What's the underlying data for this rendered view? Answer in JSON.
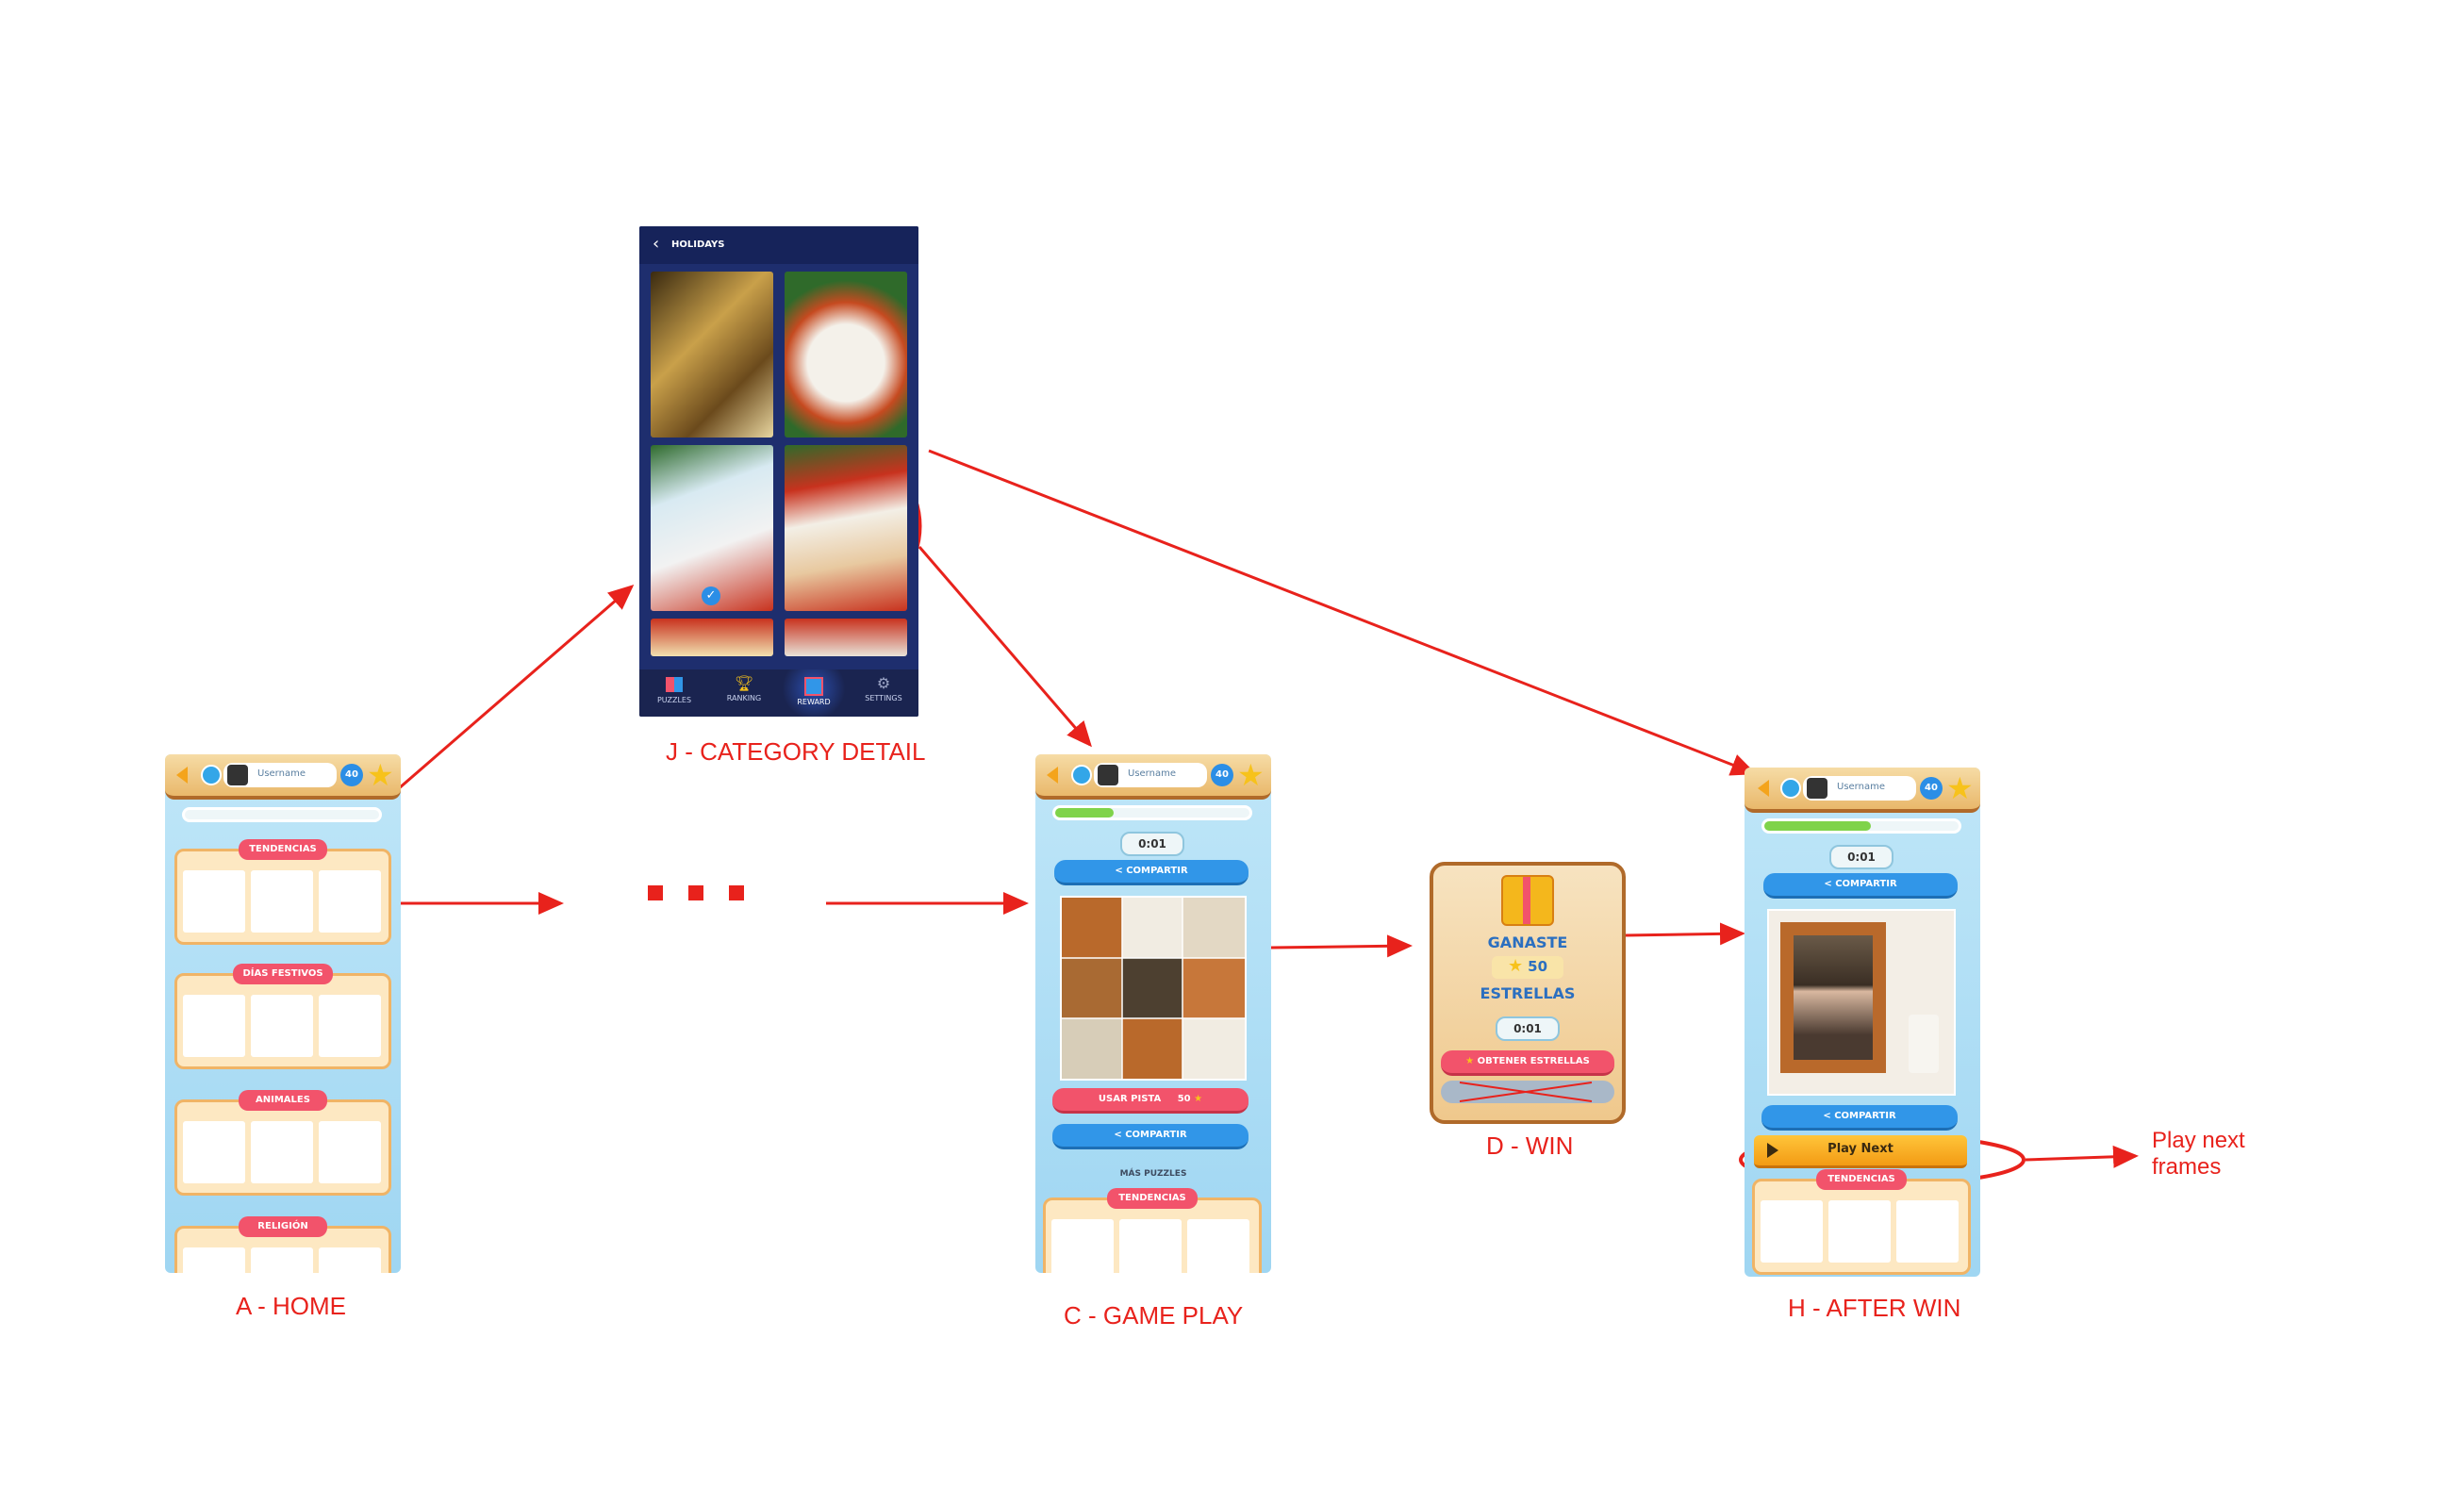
{
  "colors": {
    "annotation_red": "#e8221c",
    "sky_blue": "#bfe6f8",
    "ribbon_pink": "#f2536b",
    "button_blue": "#3196e8",
    "topbar_tan": "#e9b86b",
    "star_gold": "#f7c21b",
    "dark_navy": "#1e2e6e"
  },
  "labels": {
    "home": "A - HOME",
    "category": "J - CATEGORY DETAIL",
    "gameplay": "C - GAME PLAY",
    "win": "D - WIN",
    "afterwin": "H - AFTER WIN",
    "play_next_line1": "Play next",
    "play_next_line2": "frames"
  },
  "ellipsis": "...",
  "topbar": {
    "username": "Username",
    "stars": "40"
  },
  "home": {
    "categories": [
      "TENDENCIAS",
      "DÍAS FESTIVOS",
      "ANIMALES",
      "RELIGIÓN"
    ]
  },
  "category_detail": {
    "title": "HOLIDAYS",
    "nav": [
      "PUZZLES",
      "RANKING",
      "REWARD",
      "SETTINGS"
    ]
  },
  "gameplay": {
    "timer": "0:01",
    "share": "COMPARTIR",
    "hint": "USAR PISTA",
    "hint_cost": "50",
    "more": "MÁS PUZZLES",
    "category": "TENDENCIAS",
    "progress_pct": 30
  },
  "win": {
    "line1": "GANASTE",
    "stars": "50",
    "line2": "ESTRELLAS",
    "timer": "0:01",
    "button": "OBTENER ESTRELLAS"
  },
  "afterwin": {
    "timer": "0:01",
    "share": "COMPARTIR",
    "play_next": "Play Next",
    "category": "TENDENCIAS",
    "progress_pct": 55
  }
}
